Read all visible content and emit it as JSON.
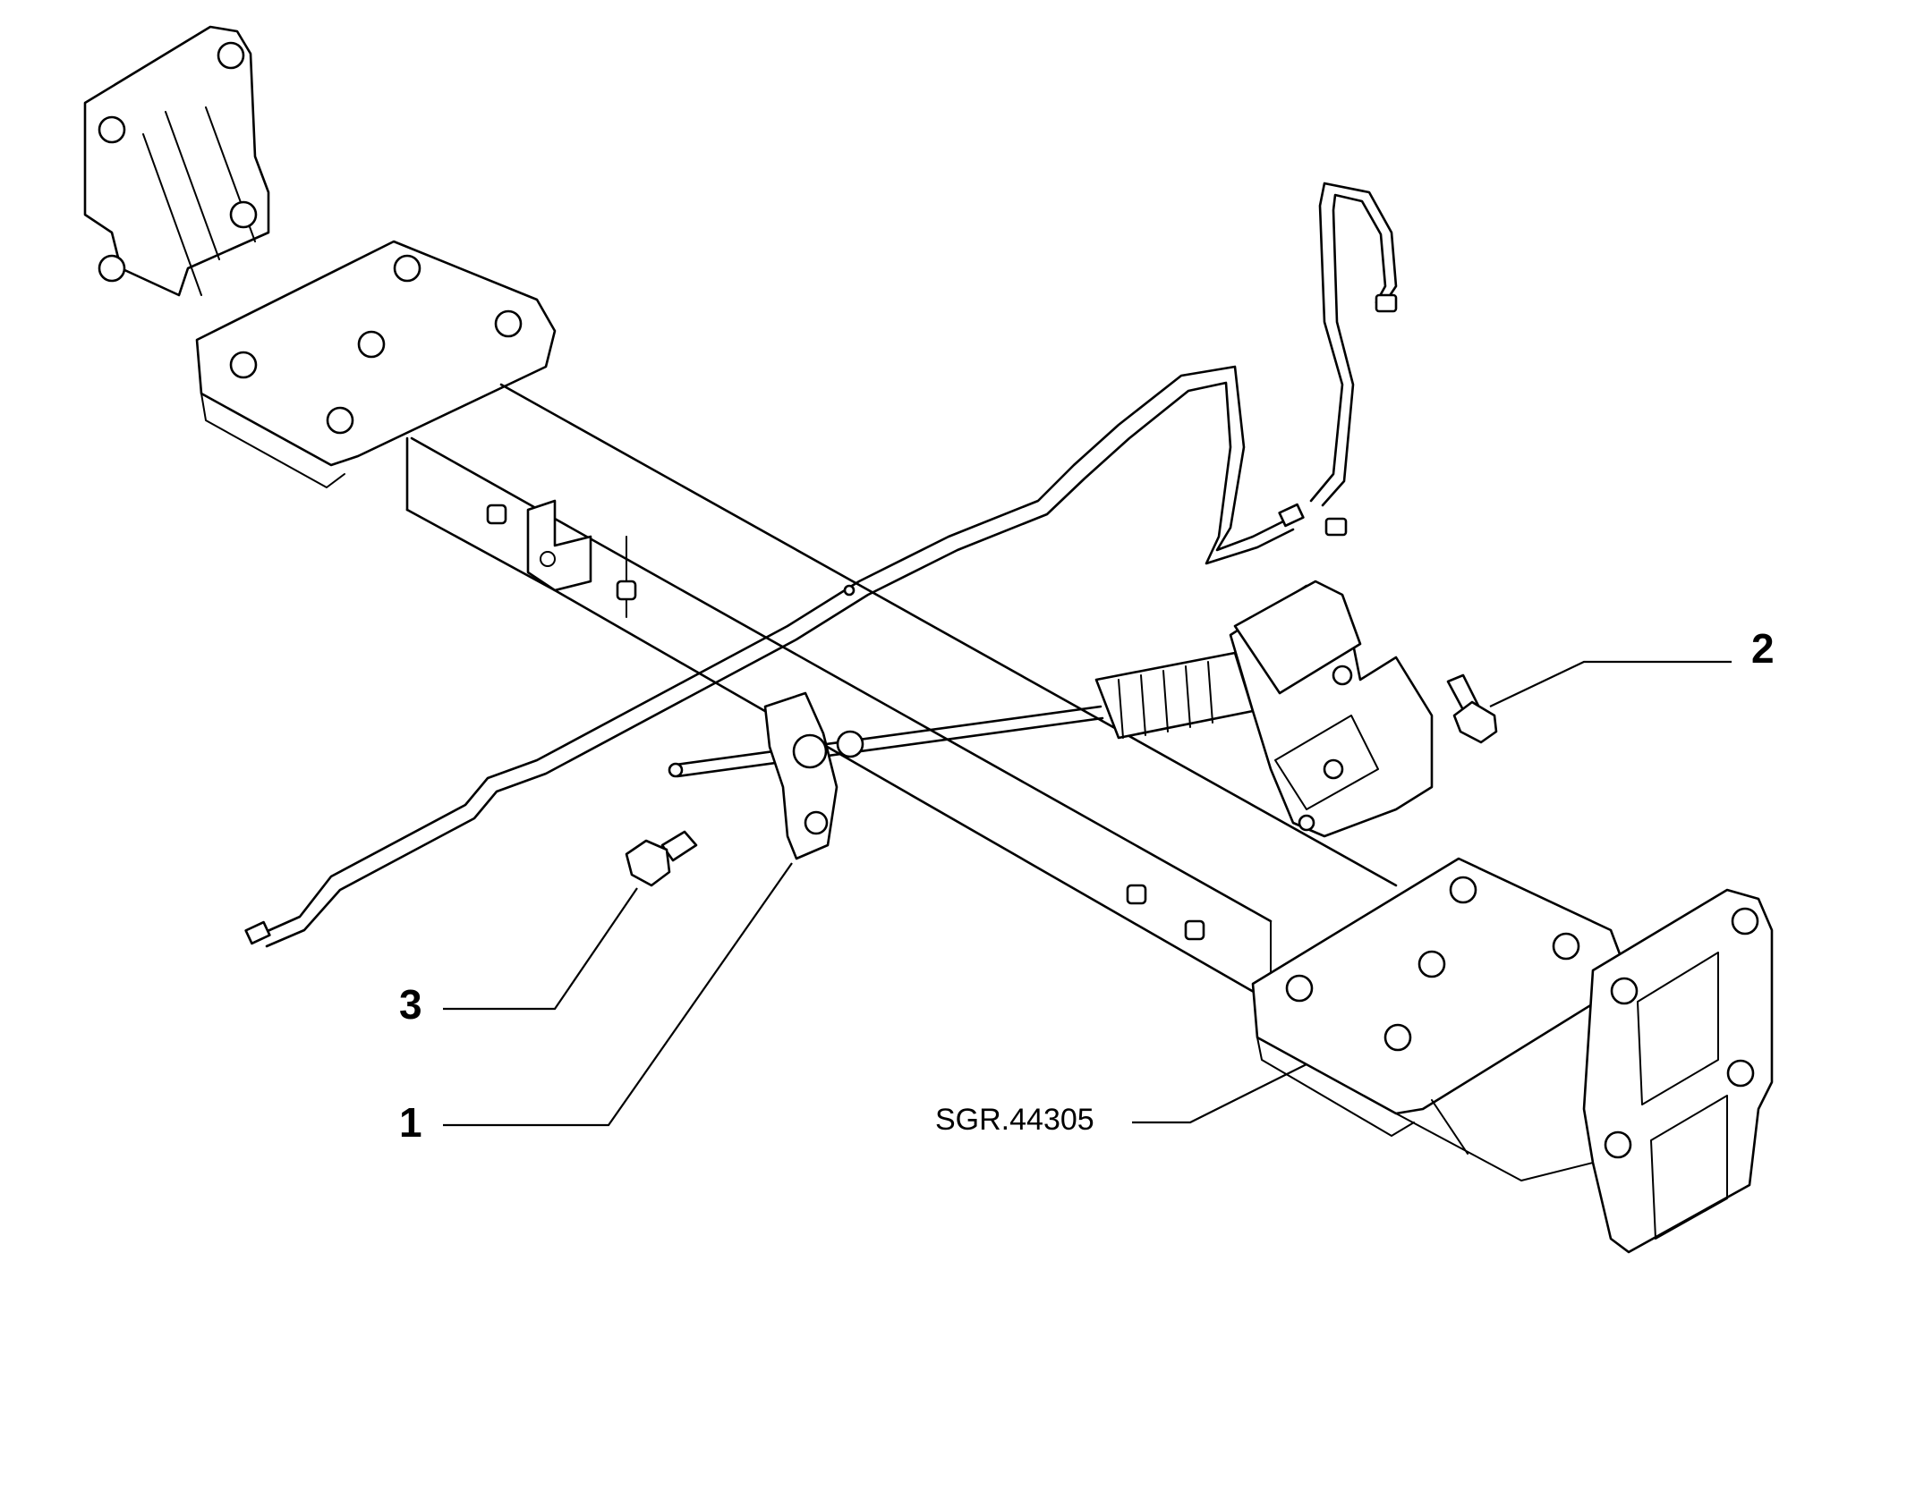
{
  "diagram": {
    "reference_code": "SGR.44305",
    "callouts": [
      {
        "number": "1"
      },
      {
        "number": "2"
      },
      {
        "number": "3"
      }
    ]
  }
}
